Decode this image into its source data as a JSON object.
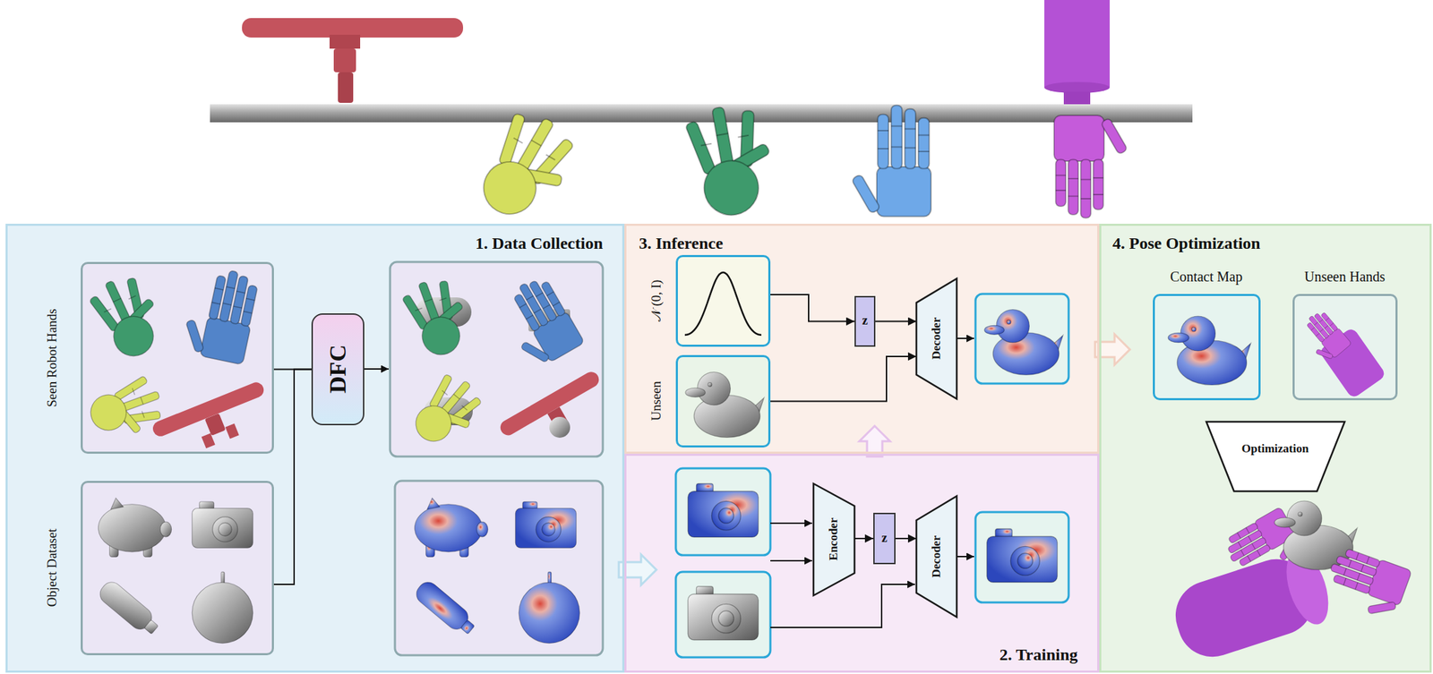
{
  "diagram": {
    "nodes": [
      {
        "text": [
          "1. Data Collection"
        ]
      },
      {
        "text": [
          "Seen Robot Hands"
        ],
        "in": 0
      },
      {
        "text": [
          "Object Dataset"
        ],
        "in": 0
      },
      {
        "text": [
          "DFC"
        ],
        "in": 0
      },
      {
        "text": [
          "3. Inference"
        ]
      },
      {
        "text": [
          "𝒩 (0, I)"
        ],
        "in": 4
      },
      {
        "text": [
          "Unseen"
        ],
        "in": 4
      },
      {
        "text": [
          "z"
        ],
        "in": 4
      },
      {
        "text": [
          "Decoder"
        ],
        "in": 4
      },
      {
        "text": [
          "2. Training"
        ]
      },
      {
        "text": [
          "Encoder"
        ],
        "in": 9
      },
      {
        "text": [
          "z"
        ],
        "in": 9
      },
      {
        "text": [
          "Decoder"
        ],
        "in": 9
      },
      {
        "text": [
          "4. Pose Optimization"
        ]
      },
      {
        "text": [
          "Contact Map"
        ],
        "in": 13
      },
      {
        "text": [
          "Unseen Hands"
        ],
        "in": 13
      },
      {
        "text": [
          "Optimization"
        ],
        "in": 13
      }
    ],
    "edges": [
      {
        "from": 1,
        "to": 3,
        "arrow": "none"
      },
      {
        "from": 2,
        "to": 3,
        "arrow": "none"
      },
      {
        "from": 0,
        "to": 9,
        "arrow": "to"
      },
      {
        "from": 5,
        "to": 7,
        "arrow": "to"
      },
      {
        "from": 7,
        "to": 8,
        "arrow": "to"
      },
      {
        "from": 6,
        "to": 8,
        "arrow": "to"
      },
      {
        "from": 9,
        "to": 4,
        "arrow": "to"
      },
      {
        "from": 10,
        "to": 11,
        "arrow": "to"
      },
      {
        "from": 11,
        "to": 12,
        "arrow": "to"
      },
      {
        "from": 4,
        "to": 13,
        "arrow": "to"
      }
    ]
  }
}
